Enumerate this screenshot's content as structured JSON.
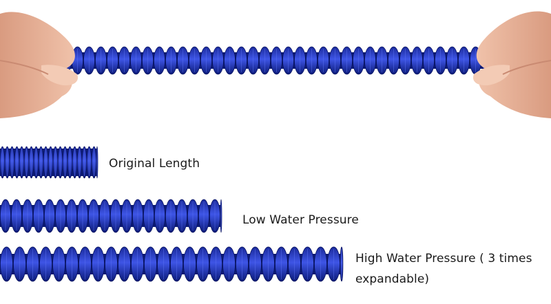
{
  "labels": {
    "original": "Original Length",
    "low": "Low Water Pressure",
    "high": "High Water Pressure ( 3 times expandable)"
  },
  "colors": {
    "hose_dark": "#0b1a78",
    "hose_mid": "#2233b8",
    "hose_light": "#3e55e6",
    "skin": "#e9b49a",
    "skin_shadow": "#c98a72"
  }
}
